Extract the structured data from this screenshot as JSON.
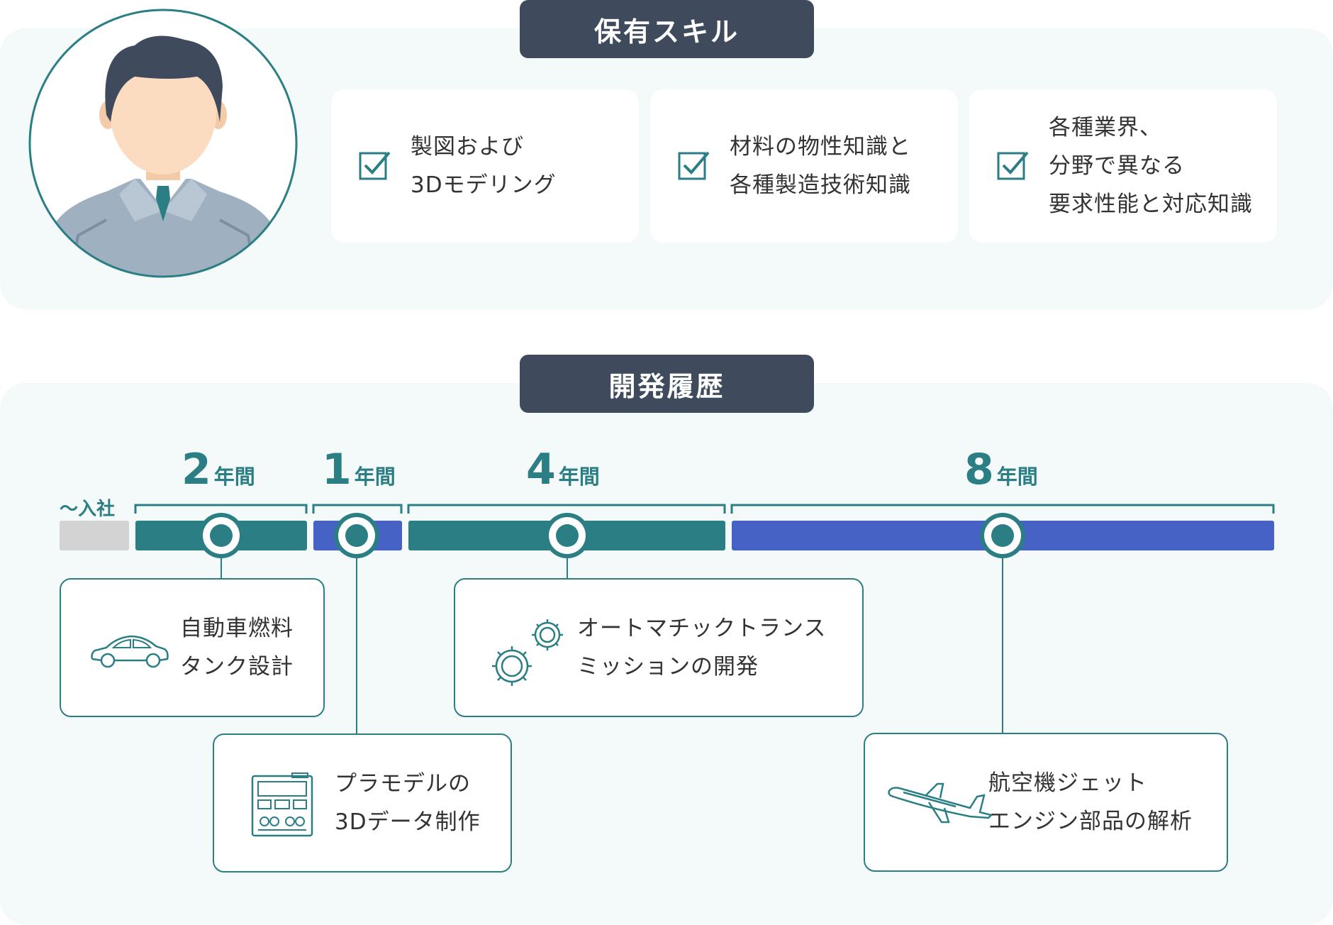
{
  "skills": {
    "title": "保有スキル",
    "items": [
      {
        "lines": [
          "製図および",
          "3Dモデリング"
        ]
      },
      {
        "lines": [
          "材料の物性知識と",
          "各種製造技術知識"
        ]
      },
      {
        "lines": [
          "各種業界、",
          "分野で異なる",
          "要求性能と対応知識"
        ]
      }
    ]
  },
  "history": {
    "title": "開発履歴",
    "joined_label": "〜入社",
    "periods": [
      {
        "num": "2",
        "unit": "年間",
        "color": "#2a7e84"
      },
      {
        "num": "1",
        "unit": "年間",
        "color": "#4562c4"
      },
      {
        "num": "4",
        "unit": "年間",
        "color": "#2a7e84"
      },
      {
        "num": "8",
        "unit": "年間",
        "color": "#4562c4"
      }
    ],
    "events": [
      {
        "lines": [
          "自動車燃料",
          "タンク設計"
        ],
        "icon": "car-icon"
      },
      {
        "lines": [
          "プラモデルの",
          "3Dデータ制作"
        ],
        "icon": "plastic-model-icon"
      },
      {
        "lines": [
          "オートマチックトランス",
          "ミッションの開発"
        ],
        "icon": "gears-icon"
      },
      {
        "lines": [
          "航空機ジェット",
          "エンジン部品の解析"
        ],
        "icon": "airplane-icon"
      }
    ]
  },
  "colors": {
    "teal": "#2a7e84",
    "blue": "#4562c4",
    "dark_label": "#3f4b5c",
    "panel_bg": "#f4f9fa",
    "pre_join_gray": "#d3d3d3"
  }
}
